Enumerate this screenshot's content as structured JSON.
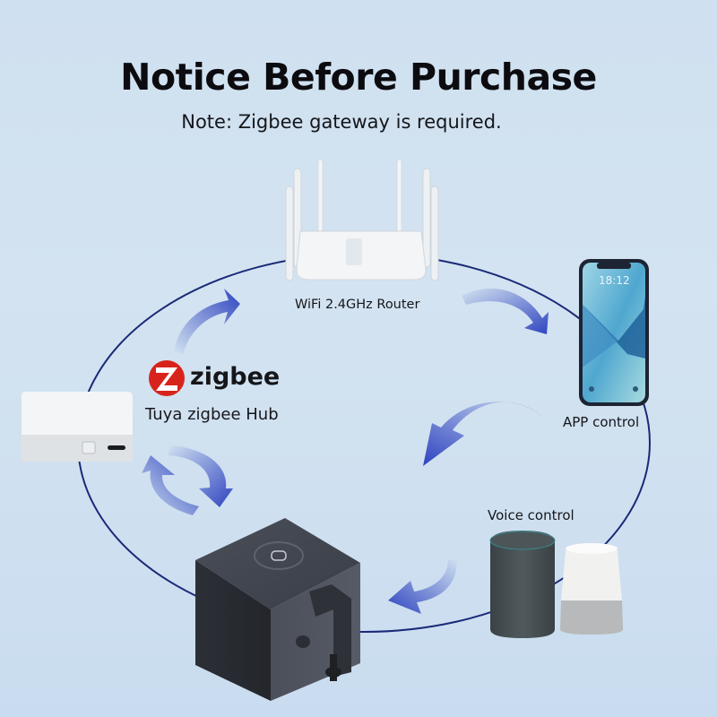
{
  "header": {
    "title": "Notice Before Purchase",
    "note": "Note: Zigbee gateway is required."
  },
  "devices": {
    "router": {
      "label": "WiFi 2.4GHz Router",
      "icon": "wifi-router-icon"
    },
    "phone": {
      "label": "APP control",
      "clock": "18:12",
      "icon": "smartphone-icon"
    },
    "hub": {
      "brand": "zigbee",
      "label": "Tuya zigbee Hub",
      "icon": "zigbee-hub-icon"
    },
    "voice": {
      "label": "Voice control",
      "icon": "smart-speaker-icon"
    },
    "fingerbot": {
      "icon": "fingerbot-switch-icon"
    }
  },
  "colors": {
    "background": "#cfe0f0",
    "loop_line": "#1a2a78",
    "arrow": "#2f44c0",
    "zigbee_red": "#d8231c"
  }
}
